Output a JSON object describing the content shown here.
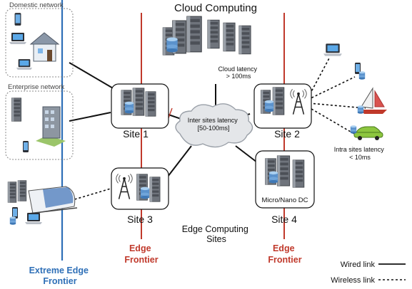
{
  "title": "Cloud Computing",
  "cloud_latency": [
    "Cloud latency",
    "> 100ms"
  ],
  "domestic_network": "Domestic network",
  "enterprise_network": "Enterprise network",
  "sites": {
    "site1": "Site 1",
    "site2": "Site 2",
    "site3": "Site 3",
    "site4": "Site 4"
  },
  "micro_nano_dc": "Micro/Nano DC",
  "inter_sites_latency": [
    "Inter sites latency",
    "[50-100ms]"
  ],
  "intra_sites_latency": [
    "Intra sites latency",
    "< 10ms"
  ],
  "edge_computing_sites": [
    "Edge Computing",
    "Sites"
  ],
  "edge_frontier": [
    "Edge",
    "Frontier"
  ],
  "extreme_edge_frontier": [
    "Extreme Edge",
    "Frontier"
  ],
  "legend": {
    "wired": "Wired link",
    "wireless": "Wireless link"
  },
  "colors": {
    "edge_frontier": "#c0392b",
    "extreme_edge_frontier": "#2e6fb7",
    "cloud_fill": "#e4e6e9",
    "server": "#6f747c",
    "disk": "#6aa0d6"
  }
}
